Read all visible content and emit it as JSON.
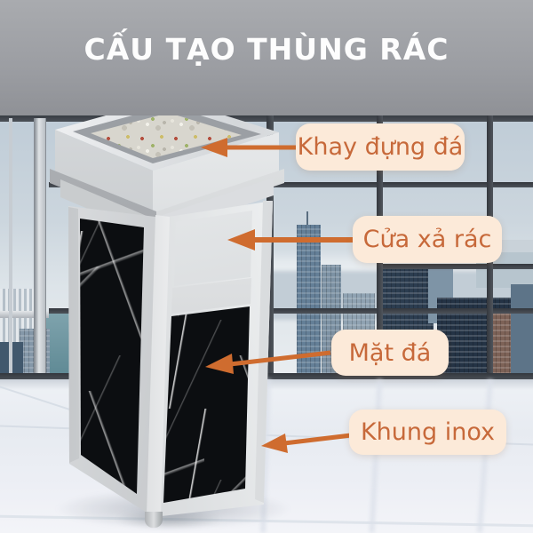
{
  "title": {
    "text": "CẤU TẠO THÙNG RÁC"
  },
  "callouts": [
    {
      "id": "pebble-tray",
      "label": "Khay đựng đá"
    },
    {
      "id": "trash-door",
      "label": "Cửa xả rác"
    },
    {
      "id": "stone-panel",
      "label": "Mặt đá"
    },
    {
      "id": "inox-frame",
      "label": "Khung inox"
    }
  ],
  "colors": {
    "accent": "#cf6c2f",
    "label_bg": "#fcead9",
    "label_text": "#c7693a",
    "title_text": "#fdfdfd"
  }
}
